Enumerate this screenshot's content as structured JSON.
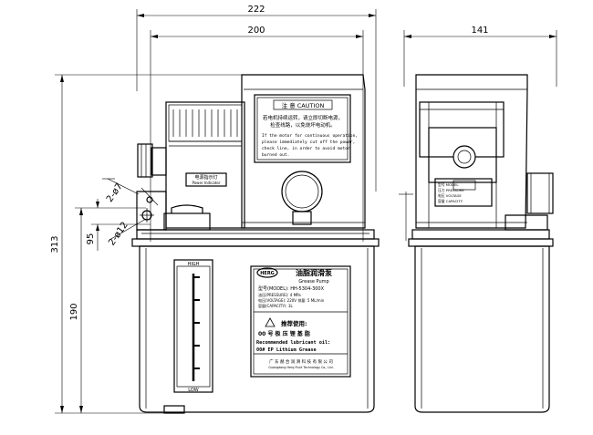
{
  "dimensions": {
    "overall_width": "222",
    "body_width": "200",
    "side_width": "141",
    "overall_height": "313",
    "reservoir_height": "190",
    "hole_offset": "95",
    "dia_small": "2-ø7",
    "dia_large": "2-ø12"
  },
  "caution_plate": {
    "title": "注 意 CAUTION",
    "cn_text": [
      "若电机持续运转，请立即切断电源，",
      "检查线路，以免烧坏电动机。"
    ],
    "en_text": [
      "If the motor for continuous operation,",
      "please immediately cut off the power,",
      "check line, in order to avoid motor",
      "burned out."
    ]
  },
  "indicator_label": {
    "cn": "电源指示灯",
    "en": "Power Indicator"
  },
  "level_gauge": {
    "high": "HIGH",
    "low": "LOW"
  },
  "nameplate": {
    "brand": "HERG",
    "title_cn": "油脂润滑泵",
    "title_en": "Grease Pump",
    "model_row": "型号(MODEL):  HH-5304-300X",
    "spec_rows": [
      "油压(PRESSURE): 4 MPa",
      "电压(VOLTAGE): 220V  排量: 5 ML/min",
      "容量(CAPACITY): 3L"
    ],
    "warning_cn": "推荐使用:",
    "grease_cn": "00 号 极 压 锂 基 脂",
    "rec_en": "Recommended lubricant oil:",
    "grease_en": "00# EP Lithium Grease",
    "maker_cn": "广 东 赫 合 润 滑 科 技 有 限 公 司",
    "maker_en": "Guangdong Herg Fluid Technology Co., Ltd."
  },
  "side_label": {
    "rows": [
      "型号 MODEL",
      "压力 PRESSURE",
      "电压 VOLTAGE",
      "容量 CAPACITY"
    ]
  }
}
